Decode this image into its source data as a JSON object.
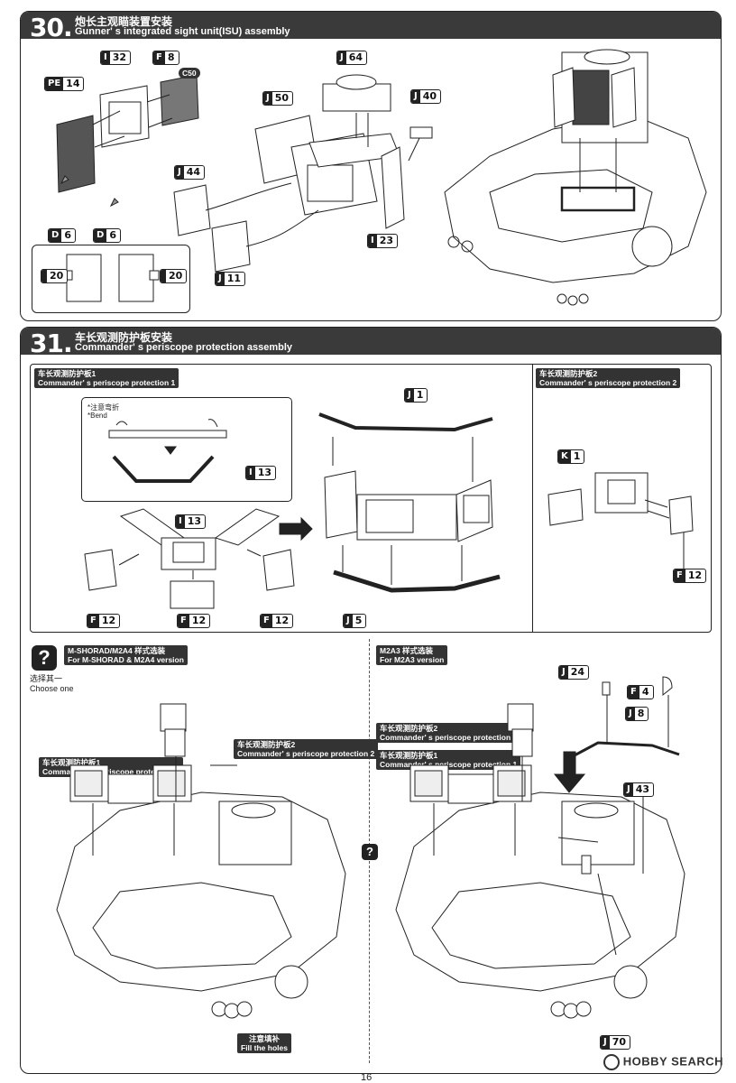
{
  "step30": {
    "number": "30.",
    "title_cn": "炮长主观瞄装置安装",
    "title_en": "Gunner' s integrated sight unit(ISU) assembly",
    "note_c50": "C50",
    "parts": [
      {
        "sprue": "I",
        "num": "32"
      },
      {
        "sprue": "F",
        "num": "8"
      },
      {
        "sprue": "PE",
        "num": "14"
      },
      {
        "sprue": "J",
        "num": "64"
      },
      {
        "sprue": "J",
        "num": "40"
      },
      {
        "sprue": "J",
        "num": "50"
      },
      {
        "sprue": "J",
        "num": "44"
      },
      {
        "sprue": "D",
        "num": "6"
      },
      {
        "sprue": "D",
        "num": "6"
      },
      {
        "sprue": "J",
        "num": "11"
      },
      {
        "sprue": "I",
        "num": "23"
      },
      {
        "sprue": "",
        "num": "20"
      },
      {
        "sprue": "",
        "num": "20"
      }
    ]
  },
  "step31": {
    "number": "31.",
    "title_cn": "车长观测防护板安装",
    "title_en": "Commander' s periscope protection assembly",
    "sub1_cn": "车长观测防护板1",
    "sub1_en": "Commander' s periscope protection 1",
    "sub2_cn": "车长观测防护板2",
    "sub2_en": "Commander' s periscope protection 2",
    "bend_cn": "*注意弯折",
    "bend_en": "*Bend",
    "parts": [
      {
        "sprue": "I",
        "num": "13"
      },
      {
        "sprue": "I",
        "num": "13"
      },
      {
        "sprue": "F",
        "num": "12"
      },
      {
        "sprue": "F",
        "num": "12"
      },
      {
        "sprue": "F",
        "num": "12"
      },
      {
        "sprue": "J",
        "num": "1"
      },
      {
        "sprue": "J",
        "num": "5"
      },
      {
        "sprue": "K",
        "num": "1"
      },
      {
        "sprue": "F",
        "num": "12"
      }
    ]
  },
  "choose": {
    "cn": "选择其一",
    "en": "Choose one",
    "mshorad_cn": "M-SHORAD/M2A4 样式选装",
    "mshorad_en": "For M-SHORAD & M2A4 version",
    "m2a3_cn": "M2A3 样式选装",
    "m2a3_en": "For M2A3 version",
    "left_label2_cn": "车长观测防护板2",
    "left_label2_en": "Commander' s periscope protection 2",
    "left_label1_cn": "车长观测防护板1",
    "left_label1_en": "Commander' s periscope protection 1",
    "fill_cn": "注意填补",
    "fill_en": "Fill the holes",
    "right_parts": [
      {
        "sprue": "J",
        "num": "24"
      },
      {
        "sprue": "F",
        "num": "4"
      },
      {
        "sprue": "J",
        "num": "8"
      },
      {
        "sprue": "J",
        "num": "43"
      },
      {
        "sprue": "J",
        "num": "70"
      }
    ]
  },
  "footer": {
    "watermark": "HOBBY SEARCH",
    "page": "16"
  }
}
